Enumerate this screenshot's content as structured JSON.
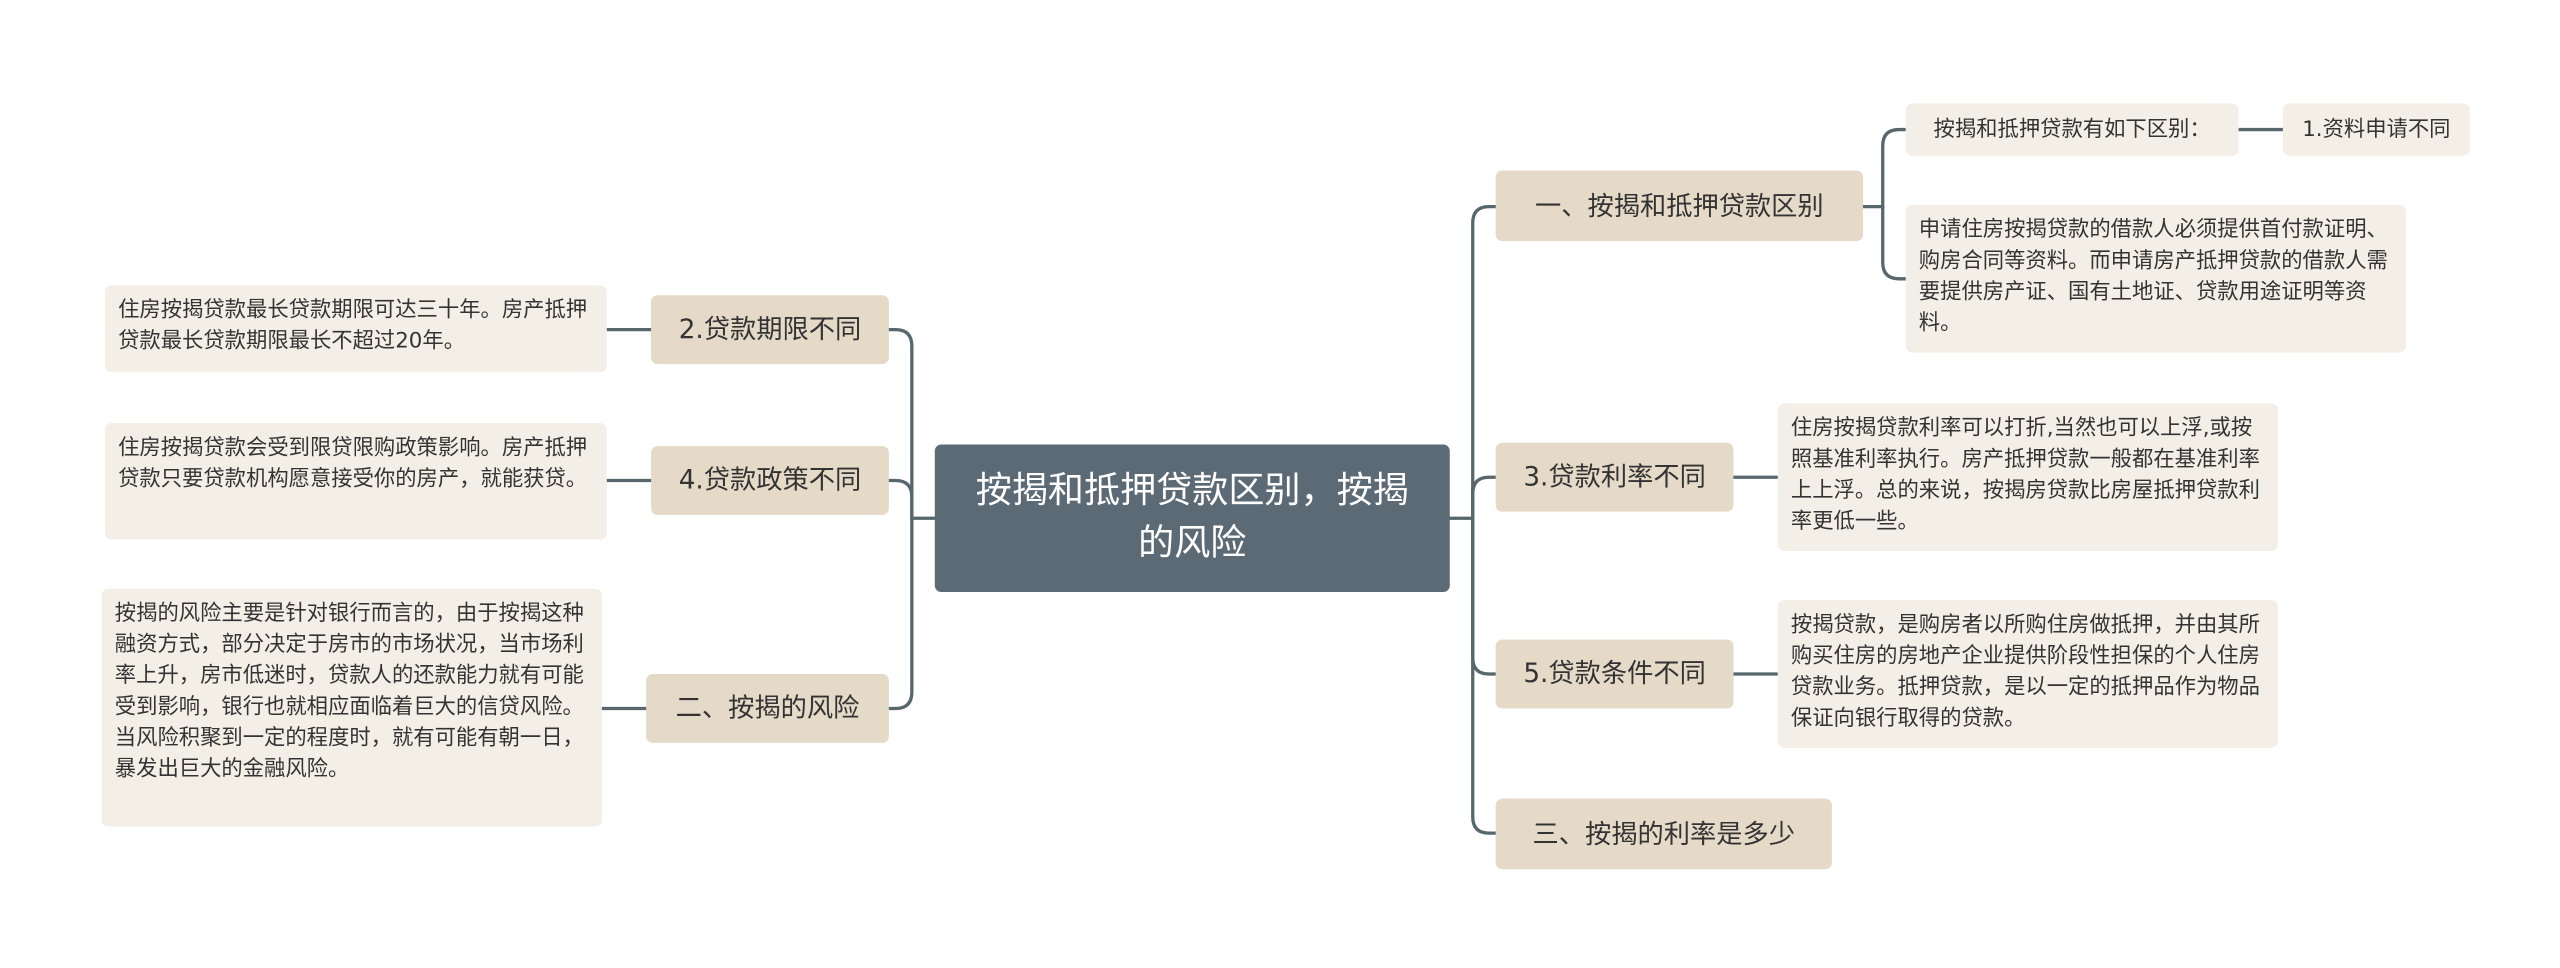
{
  "center": {
    "label": "按揭和抵押贷款区别，按揭的风险"
  },
  "right": [
    {
      "label": "一、按揭和抵押贷款区别",
      "children": [
        {
          "text": "按揭和抵押贷款有如下区别：",
          "child": "1.资料申请不同"
        },
        {
          "text": "申请住房按揭贷款的借款人必须提供首付款证明、购房合同等资料。而申请房产抵押贷款的借款人需要提供房产证、国有土地证、贷款用途证明等资料。"
        }
      ]
    },
    {
      "label": "3.贷款利率不同",
      "children": [
        {
          "text": "住房按揭贷款利率可以打折,当然也可以上浮,或按照基准利率执行。房产抵押贷款一般都在基准利率上上浮。总的来说，按揭房贷款比房屋抵押贷款利率更低一些。"
        }
      ]
    },
    {
      "label": "5.贷款条件不同",
      "children": [
        {
          "text": "按揭贷款，是购房者以所购住房做抵押，并由其所购买住房的房地产企业提供阶段性担保的个人住房贷款业务。抵押贷款，是以一定的抵押品作为物品保证向银行取得的贷款。"
        }
      ]
    },
    {
      "label": "三、按揭的利率是多少",
      "children": []
    }
  ],
  "left": [
    {
      "label": "2.贷款期限不同",
      "children": [
        {
          "text": "住房按揭贷款最长贷款期限可达三十年。房产抵押贷款最长贷款期限最长不超过20年。"
        }
      ]
    },
    {
      "label": "4.贷款政策不同",
      "children": [
        {
          "text": "住房按揭贷款会受到限贷限购政策影响。房产抵押贷款只要贷款机构愿意接受你的房产，就能获贷。"
        }
      ]
    },
    {
      "label": "二、按揭的风险",
      "children": [
        {
          "text": "按揭的风险主要是针对银行而言的，由于按揭这种融资方式，部分决定于房市的市场状况，当市场利率上升，房市低迷时，贷款人的还款能力就有可能受到影响，银行也就相应面临着巨大的信贷风险。当风险积聚到一定的程度时，就有可能有朝一日，暴发出巨大的金融风险。"
        }
      ]
    }
  ]
}
